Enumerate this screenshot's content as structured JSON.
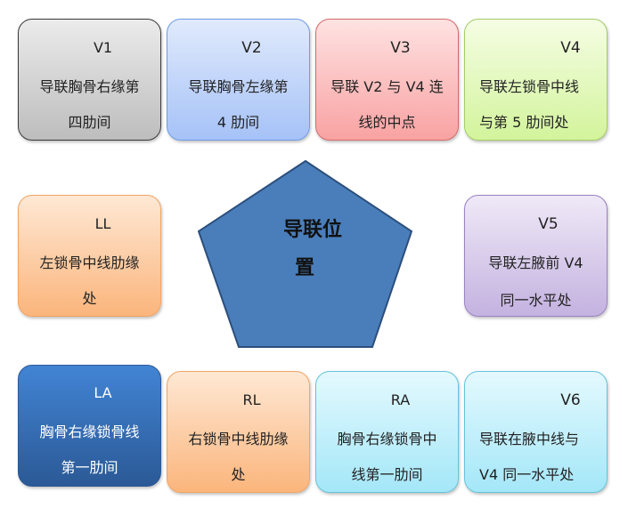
{
  "title": {
    "line1": "导联位",
    "line2": "置"
  },
  "colors": {
    "pentagon_fill": "#4a7ebb",
    "pentagon_stroke": "#2c4f7c"
  },
  "boxes": {
    "v1": {
      "title": "V1",
      "line1": "导联胸骨右缘第",
      "line2": "四肋间"
    },
    "v2": {
      "title": "V2",
      "line1": "导联胸骨左缘第",
      "line2": "4 肋间"
    },
    "v3": {
      "title": "V3",
      "line1": "导联 V2 与 V4 连",
      "line2": "线的中点"
    },
    "v4": {
      "title": "V4",
      "line1": "导联左锁骨中线",
      "line2": "与第 5 肋间处"
    },
    "ll": {
      "title": "LL",
      "line1": "左锁骨中线肋缘",
      "line2": "处"
    },
    "v5": {
      "title": "V5",
      "line1": "导联左腋前 V4",
      "line2": "同一水平处"
    },
    "la": {
      "title": "LA",
      "line1": "胸骨右缘锁骨线",
      "line2": "第一肋间"
    },
    "rl": {
      "title": "RL",
      "line1": "右锁骨中线肋缘",
      "line2": "处"
    },
    "ra": {
      "title": "RA",
      "line1": "胸骨右缘锁骨中",
      "line2": "线第一肋间"
    },
    "v6": {
      "title": "V6",
      "line1": "导联在腋中线与",
      "line2": "V4 同一水平处"
    }
  }
}
